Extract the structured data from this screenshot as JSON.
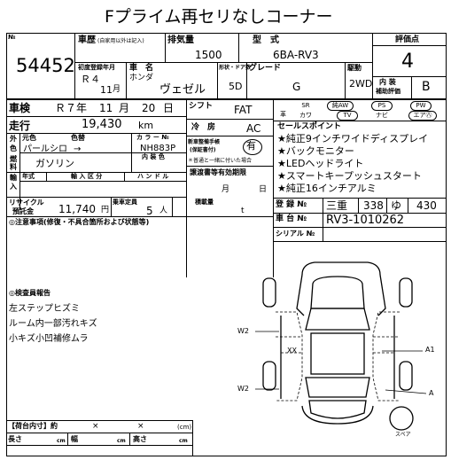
{
  "title": "Fプライム再セリなしコーナー",
  "lot": {
    "label": "№",
    "number": "54452"
  },
  "history": {
    "label": "車歴",
    "note": "(自家用以外は記入)"
  },
  "displacement": {
    "label": "排気量",
    "value": "1500"
  },
  "model_type": {
    "label": "型　式",
    "value": "6BA-RV3"
  },
  "score": {
    "label": "評価点",
    "value": "4"
  },
  "first_reg": {
    "label": "初度登録年月",
    "era": "Ｒ４",
    "month": "11",
    "month_unit": "月"
  },
  "car_name": {
    "label": "車　名",
    "maker": "ホンダ",
    "name": "ヴェゼル"
  },
  "doors": {
    "label": "形状・ドア数",
    "value": "5D"
  },
  "grade": {
    "label": "グレード",
    "value": "G"
  },
  "drive": {
    "label": "駆動",
    "value": "2WD"
  },
  "interior_grade": {
    "label1": "内 装",
    "label2": "補助評価",
    "value": "B"
  },
  "inspection": {
    "label": "車検",
    "year": "Ｒ７年",
    "month": "11",
    "month_unit": "月",
    "day": "20",
    "day_unit": "日"
  },
  "shift": {
    "label": "シフト",
    "value": "FAT"
  },
  "equipment": [
    {
      "label": "SR",
      "checked": false
    },
    {
      "label": "純AW",
      "checked": true
    },
    {
      "label": "PS",
      "checked": true
    },
    {
      "label": "PW",
      "checked": true
    },
    {
      "label": "革",
      "checked": false
    },
    {
      "label": "カワ",
      "checked": false
    },
    {
      "label": "TV",
      "checked": true
    },
    {
      "label": "ナビ",
      "checked": false
    },
    {
      "label": "エア㊇",
      "checked": true
    }
  ],
  "mileage": {
    "label": "走行",
    "value": "19,430",
    "unit": "km"
  },
  "aircon": {
    "label": "冷　房",
    "value": "AC"
  },
  "selling_points": {
    "label": "セールスポイント",
    "items": [
      "★純正9インチワイドディスプレイ",
      "★バックモニター",
      "★LEDヘッドライト",
      "★スマートキープッシュスタート",
      "★純正16インチアルミ"
    ]
  },
  "color": {
    "label_outer1": "外",
    "label_outer2": "色",
    "label_orig": "元色",
    "label_color": "色替",
    "value": "パールシロ",
    "arrow": "→"
  },
  "color_no": {
    "label": "カ ラ ー №",
    "value": "NH883P"
  },
  "manual": {
    "label1": "新車整備手帳",
    "label2": "(保証書付)",
    "value": "有",
    "note": "＊普通と一緒に付いた場合"
  },
  "fuel": {
    "label1": "燃",
    "label2": "料",
    "value": "ガソリン"
  },
  "interior_color": {
    "label": "内 装 色",
    "value": ""
  },
  "import_label": {
    "label1": "輸",
    "label2": "入",
    "year": "年式",
    "importer": "輸 入 区 分",
    "handle": "ハ ン ド ル"
  },
  "warranty": {
    "label": "譲渡書等有効期限",
    "month": "月",
    "day": "日"
  },
  "recycle": {
    "label1": "リサイクル",
    "label2": "預託金",
    "value": "11,740",
    "unit": "円"
  },
  "capacity": {
    "label": "乗車定員",
    "value": "5",
    "unit": "人"
  },
  "load": {
    "label": "積載量",
    "unit": "t"
  },
  "registration": {
    "label": "登 録 №",
    "area": "三重",
    "class": "338",
    "kana": "ゆ",
    "number": "430"
  },
  "chassis": {
    "label": "車 台 №",
    "value": "RV3-1010262"
  },
  "serial": {
    "label": "シリアル №",
    "value": ""
  },
  "notes_label": "◎注意事項(修復・不具合箇所および状態等)",
  "inspector_report": {
    "label": "◎検査員報告",
    "lines": [
      "左ステップヒズミ",
      "ルーム内一部汚れキズ",
      "小キズ小凹補修ムラ"
    ]
  },
  "damage_marks": {
    "w2_left_front": "W2",
    "xx": "XX",
    "a1": "A1",
    "w2_left_rear": "W2",
    "a": "A",
    "spare": "スペア"
  },
  "cargo": {
    "label": "【荷台内寸】約",
    "x1": "×",
    "x2": "×",
    "unit": "(cm)"
  },
  "dims": {
    "length": "長さ",
    "width": "幅",
    "height": "高さ",
    "unit": "cm"
  }
}
